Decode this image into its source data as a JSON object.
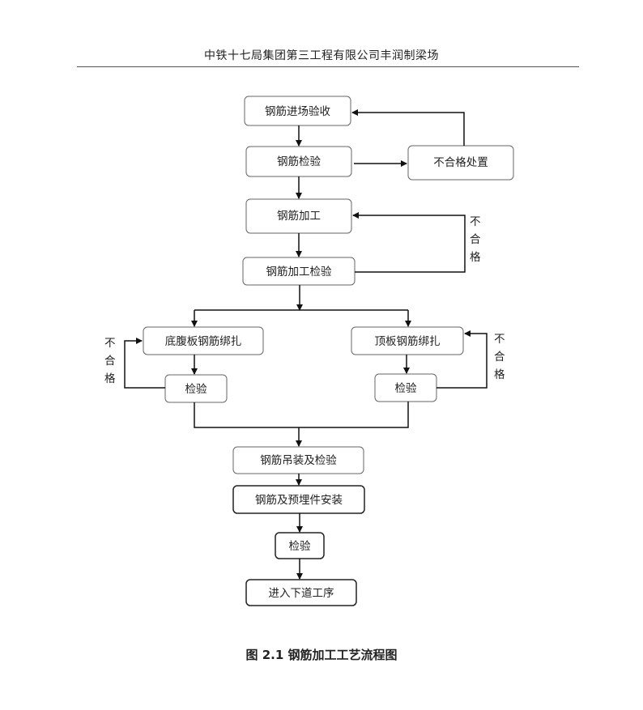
{
  "header": {
    "title": "中铁十七局集团第三工程有限公司丰润制梁场"
  },
  "nodes": {
    "incoming_inspection": "钢筋进场验收",
    "rebar_inspection": "钢筋检验",
    "nonconforming": "不合格处置",
    "processing": "钢筋加工",
    "processing_inspection": "钢筋加工检验",
    "bottom_web_binding": "底腹板钢筋绑扎",
    "top_slab_binding": "顶板钢筋绑扎",
    "inspection_left": "检验",
    "inspection_right": "检验",
    "hoisting_inspection": "钢筋吊装及检验",
    "embedded_install": "钢筋及预埋件安装",
    "inspection_final": "检验",
    "next_process": "进入下道工序"
  },
  "labels": {
    "fail_processing": [
      "不",
      "合",
      "格"
    ],
    "fail_left": [
      "不",
      "合",
      "格"
    ],
    "fail_right": [
      "不",
      "合",
      "格"
    ]
  },
  "caption": "图 2.1  钢筋加工工艺流程图"
}
